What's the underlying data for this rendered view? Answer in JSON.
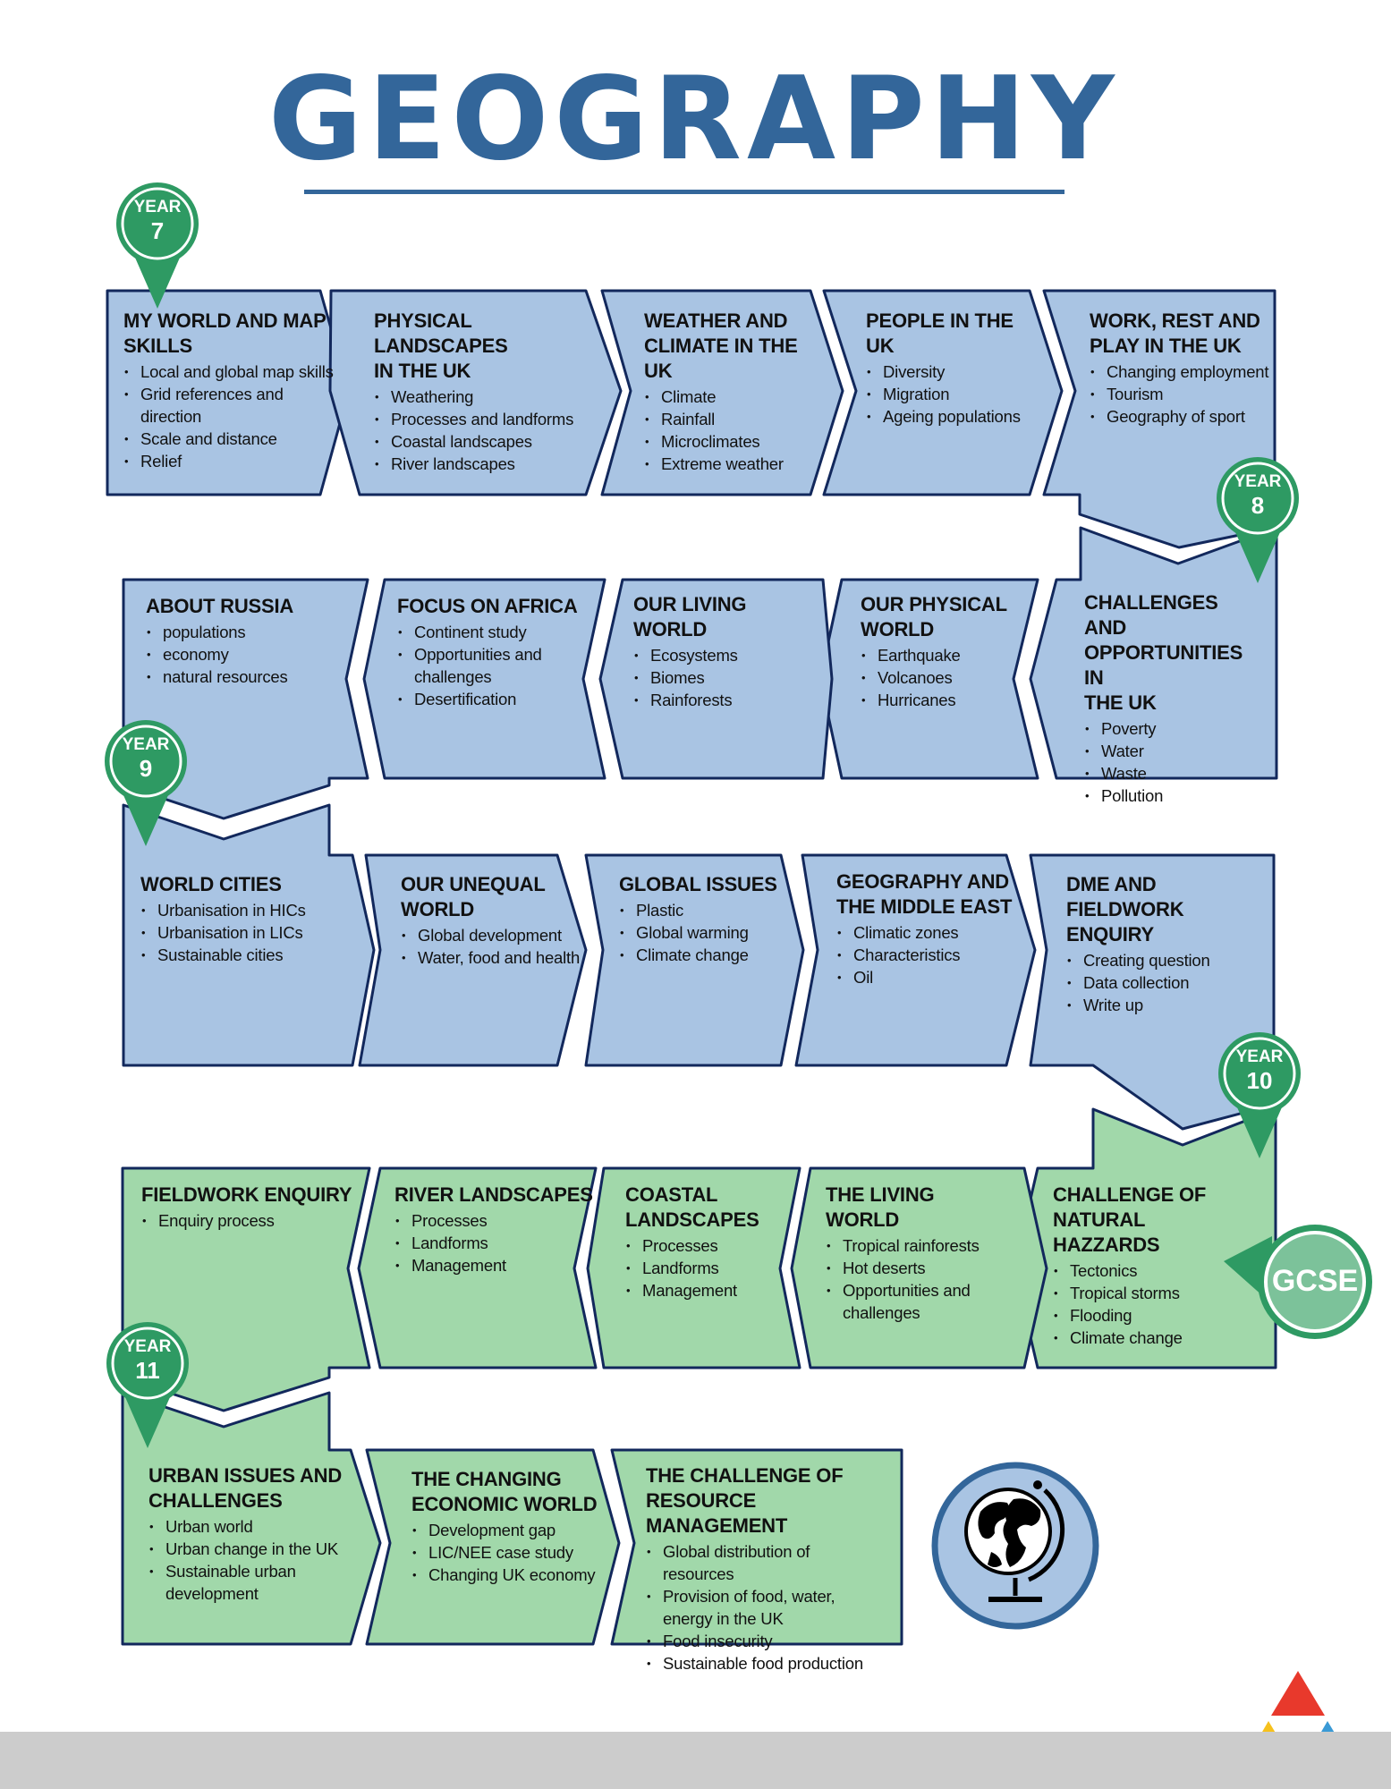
{
  "title": "GEOGRAPHY",
  "colors": {
    "title": "#33669a",
    "ks3_fill": "#a9c4e3",
    "gcse_fill": "#a1d8aa",
    "outline": "#12285c",
    "pin": "#2e9a63",
    "globe_fill": "#a9c4e3"
  },
  "year_pins": [
    {
      "label": "YEAR",
      "number": "7"
    },
    {
      "label": "YEAR",
      "number": "8"
    },
    {
      "label": "YEAR",
      "number": "9"
    },
    {
      "label": "YEAR",
      "number": "10"
    },
    {
      "label": "YEAR",
      "number": "11"
    }
  ],
  "gcse_label": "GCSE",
  "rows": [
    [
      {
        "title": [
          "MY WORLD AND MAP",
          "SKILLS"
        ],
        "items": [
          "Local and global map skills",
          "Grid references and direction",
          "Scale and distance",
          "Relief"
        ]
      },
      {
        "title": [
          "PHYSICAL LANDSCAPES",
          "IN THE UK"
        ],
        "items": [
          "Weathering",
          "Processes and landforms",
          "Coastal landscapes",
          "River landscapes"
        ]
      },
      {
        "title": [
          "WEATHER AND",
          "CLIMATE IN THE UK"
        ],
        "items": [
          "Climate",
          "Rainfall",
          "Microclimates",
          "Extreme weather"
        ]
      },
      {
        "title": [
          "PEOPLE IN THE UK"
        ],
        "items": [
          "Diversity",
          "Migration",
          "Ageing populations"
        ]
      },
      {
        "title": [
          "WORK, REST AND",
          "PLAY IN THE UK"
        ],
        "items": [
          "Changing employment",
          "Tourism",
          "Geography of sport"
        ]
      }
    ],
    [
      {
        "title": [
          "ABOUT RUSSIA"
        ],
        "items": [
          "populations",
          "economy",
          "natural resources"
        ]
      },
      {
        "title": [
          "FOCUS ON AFRICA"
        ],
        "items": [
          "Continent study",
          "Opportunities and challenges",
          "Desertification"
        ]
      },
      {
        "title": [
          "OUR LIVING WORLD"
        ],
        "items": [
          "Ecosystems",
          "Biomes",
          "Rainforests"
        ]
      },
      {
        "title": [
          "OUR PHYSICAL",
          "WORLD"
        ],
        "items": [
          "Earthquake",
          "Volcanoes",
          "Hurricanes"
        ]
      },
      {
        "title": [
          "CHALLENGES AND",
          "OPPORTUNITIES IN",
          "THE UK"
        ],
        "items": [
          "Poverty",
          "Water",
          "Waste",
          "Pollution"
        ]
      }
    ],
    [
      {
        "title": [
          "WORLD CITIES"
        ],
        "items": [
          "Urbanisation in HICs",
          "Urbanisation in LICs",
          "Sustainable cities"
        ]
      },
      {
        "title": [
          "OUR UNEQUAL",
          "WORLD"
        ],
        "items": [
          "Global development",
          "Water, food and health"
        ]
      },
      {
        "title": [
          "GLOBAL ISSUES"
        ],
        "items": [
          "Plastic",
          "Global warming",
          "Climate change"
        ]
      },
      {
        "title": [
          "GEOGRAPHY AND",
          "THE MIDDLE EAST"
        ],
        "items": [
          "Climatic zones",
          "Characteristics",
          "Oil"
        ]
      },
      {
        "title": [
          "DME AND FIELDWORK",
          "ENQUIRY"
        ],
        "items": [
          "Creating question",
          "Data collection",
          "Write up"
        ]
      }
    ],
    [
      {
        "title": [
          "FIELDWORK ENQUIRY"
        ],
        "items": [
          "Enquiry process"
        ]
      },
      {
        "title": [
          "RIVER LANDSCAPES"
        ],
        "items": [
          "Processes",
          "Landforms",
          "Management"
        ]
      },
      {
        "title": [
          "COASTAL",
          "LANDSCAPES"
        ],
        "items": [
          "Processes",
          "Landforms",
          "Management"
        ]
      },
      {
        "title": [
          "THE LIVING WORLD"
        ],
        "items": [
          "Tropical rainforests",
          "Hot deserts",
          "Opportunities and challenges"
        ]
      },
      {
        "title": [
          "CHALLENGE OF",
          "NATURAL HAZZARDS"
        ],
        "items": [
          "Tectonics",
          "Tropical storms",
          "Flooding",
          "Climate change"
        ]
      }
    ],
    [
      {
        "title": [
          "URBAN ISSUES AND",
          "CHALLENGES"
        ],
        "items": [
          "Urban world",
          "Urban change in the UK",
          "Sustainable urban development"
        ]
      },
      {
        "title": [
          "THE CHANGING",
          "ECONOMIC WORLD"
        ],
        "items": [
          "Development gap",
          "LIC/NEE case study",
          "Changing UK economy"
        ]
      },
      {
        "title": [
          "THE CHALLENGE OF",
          "RESOURCE MANAGEMENT"
        ],
        "items": [
          "Global distribution of resources",
          "Provision of food, water, energy in the UK",
          "Food insecurity",
          "Sustainable food production"
        ]
      }
    ]
  ],
  "icons": {
    "globe": "globe-icon",
    "logo": "triangle-logo-icon"
  }
}
